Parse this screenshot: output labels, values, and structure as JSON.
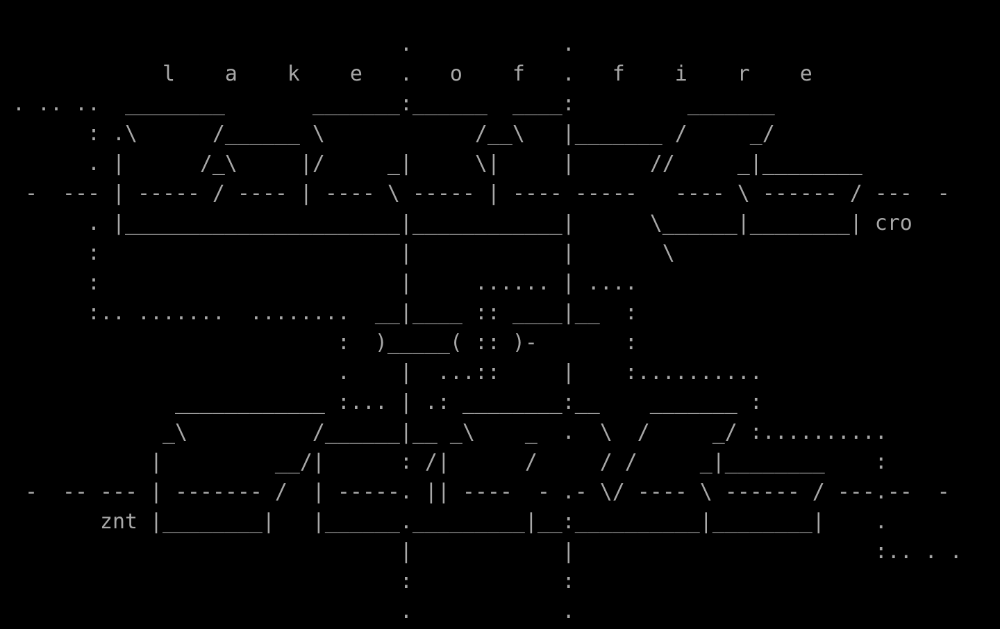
{
  "art": {
    "lines": [
      "                                .            .",
      "             l    a    k    e   .   o    f   .   f    i    r    e",
      " . .. ..  ________       _______:______  ____:         _______",
      "       : .\\      /______ \\            /__\\   |_______ /     _/",
      "       . |      /_\\     |/     _|     \\|     |      //     _|________",
      "  -  --- | ----- / ---- | ---- \\ ----- | ---- -----   ---- \\ ------ / ---  -",
      "       . |______________________|____________|      \\______|________| cro",
      "       :                        |            |       \\",
      "       :                        |     ...... | ....",
      "       :.. .......  ........  __|____ :: ____|__  :",
      "                           :  )_____( :: )-       :",
      "                           .    |  ...::     |    :..........",
      "              ____________ :... | .: ________:__    _______ :",
      "             _\\          /______|__ _\\    _  .  \\  /     _/ :..........",
      "            |         __/|      : /|      /     / /     _|________    :",
      "  -  -- --- | ------- /  | -----. || ----  - .- \\/ ---- \\ ------ / ---.--  -",
      "        znt |________|   |______._________|__:__________|________|    .",
      "                                |            |                        :.. . .",
      "                                :            :",
      "                                .            ."
    ]
  },
  "colors": {
    "background": "#000000",
    "text": "#a8a8a8"
  }
}
